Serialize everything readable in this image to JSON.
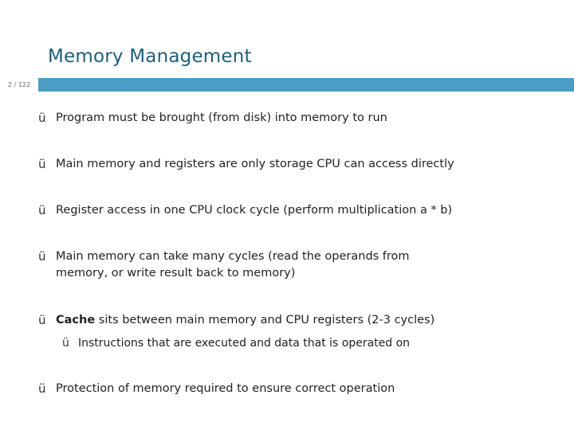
{
  "slide": {
    "title": "Memory Management",
    "page_number": "2 / 122",
    "accent_color": "#4a9ec4",
    "title_color": "#1f5e7a",
    "bullet_glyph": "ü",
    "bullets": [
      {
        "text": "Program must be brought (from disk) into memory to run"
      },
      {
        "text": "Main memory and registers are only storage CPU can access directly"
      },
      {
        "text": "Register access in one CPU clock cycle (perform multiplication a * b)"
      },
      {
        "line1": "Main memory can take many cycles (read the operands from",
        "line2": "memory, or write result back to memory)"
      },
      {
        "bold_lead": "Cache",
        "rest": " sits between main memory and CPU registers (2-3 cycles)",
        "sub": "Instructions that are executed and data that is operated on"
      },
      {
        "text": "Protection of memory required to ensure correct operation"
      }
    ]
  }
}
